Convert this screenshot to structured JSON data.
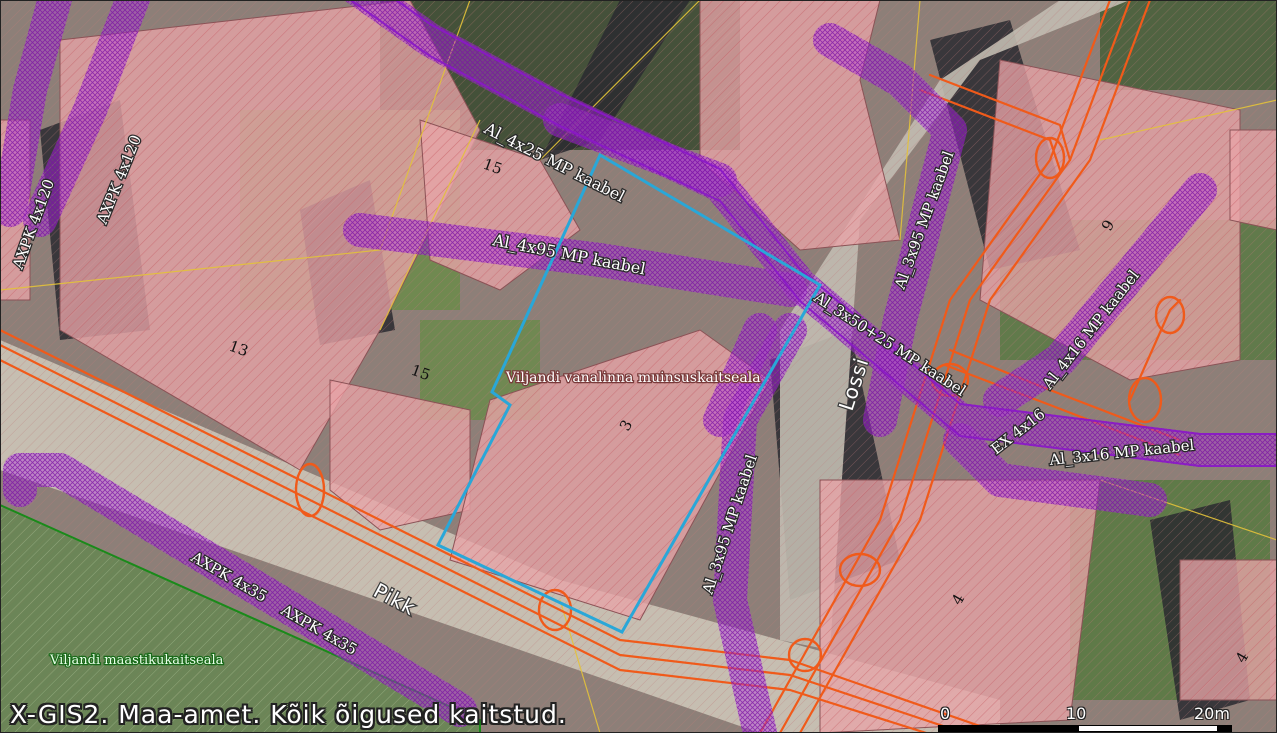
{
  "map": {
    "copyright": "X-GIS2. Maa-amet. Kõik õigused kaitstud.",
    "scale": {
      "labels": [
        "0",
        "10",
        "20m"
      ]
    },
    "streets": [
      "Pikk",
      "Lossi"
    ],
    "parcel_numbers": [
      "15",
      "13",
      "15",
      "3",
      "9",
      "4",
      "4"
    ],
    "protected_areas": [
      "Viljandi vanalinna muinsuskaitseala",
      "Viljandi maastikukaitseala"
    ],
    "cable_labels": [
      "Al_4x25 MP kaabel",
      "Al_4x95 MP kaabel",
      "AXPK 4x120",
      "AXPK 4x120",
      "Al_3x95 MP kaabel",
      "Al_3x50+25 MP kaabel",
      "Al_4x16 MP kaabel",
      "EX 4x16",
      "Al_3x16 MP kaabel",
      "Al_3x95 MP kaabel",
      "AXPK 4x35",
      "AXPK 4x35"
    ],
    "colors": {
      "building": "#e8a4a8",
      "cable_violet": "#b237e0",
      "cable_orange": "#f05a1a",
      "parcel_outline": "#29a7d8",
      "park_border": "#1a8a1a",
      "road": "#c9c2b4"
    }
  }
}
